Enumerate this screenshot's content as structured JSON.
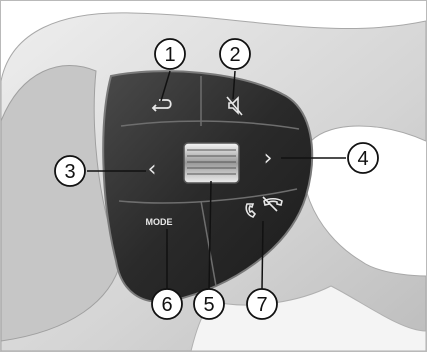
{
  "callouts": [
    {
      "number": "1",
      "control": "back"
    },
    {
      "number": "2",
      "control": "mute"
    },
    {
      "number": "3",
      "control": "left arrow"
    },
    {
      "number": "4",
      "control": "right arrow"
    },
    {
      "number": "5",
      "control": "thumbwheel"
    },
    {
      "number": "6",
      "control": "mode"
    },
    {
      "number": "7",
      "control": "phone answer / end call"
    }
  ],
  "buttons": {
    "mode_label": "MODE",
    "left_arrow": "‹",
    "right_arrow": "›"
  },
  "icons": {
    "back": "back-arrow-icon",
    "mute": "mute-speaker-icon",
    "answer": "phone-answer-icon",
    "hangup": "phone-hangup-icon"
  },
  "colors": {
    "wheel_rim": "#d9d9d9",
    "rim_shadow": "#bdbdbd",
    "panel": "#2a2a2a",
    "panel_edge": "#7a7a7a",
    "button_face": "#3a3a3a",
    "callout_fill": "#ffffff",
    "callout_stroke": "#111111"
  }
}
